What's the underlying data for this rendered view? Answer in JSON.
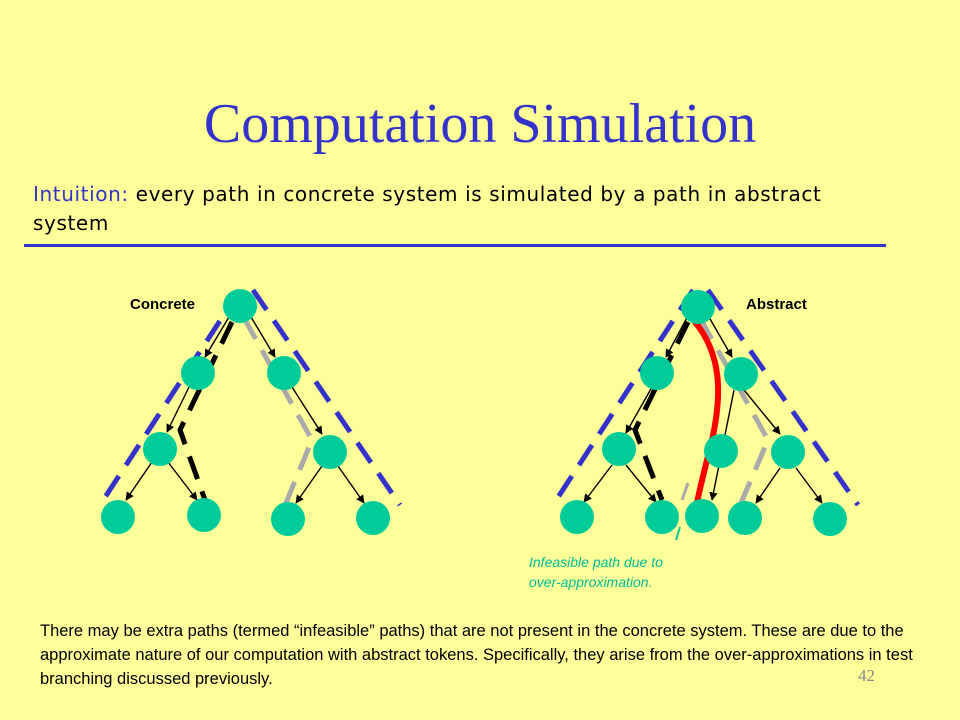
{
  "slide": {
    "title": "Computation Simulation",
    "intuition_lead": "Intuition:",
    "intuition_text": " every path in concrete system is simulated by a path in abstract system",
    "concrete_label": "Concrete",
    "abstract_label": "Abstract",
    "infeasible_line1": "Infeasible path due to",
    "infeasible_line2": "over-approximation.",
    "bottom_text": "There may be extra paths (termed “infeasible” paths) that are not present in the concrete system.  These are due to the approximate nature of our computation with abstract tokens.  Specifically, they arise from the over-approximations in test branching discussed previously.",
    "page_number": "42"
  },
  "colors": {
    "background": "#ffff99",
    "title": "#3333cc",
    "node": "#00cc99",
    "blue_dash": "#3333cc",
    "infeasible_path": "#ff0000",
    "gray_dash": "#aaaaaa"
  }
}
